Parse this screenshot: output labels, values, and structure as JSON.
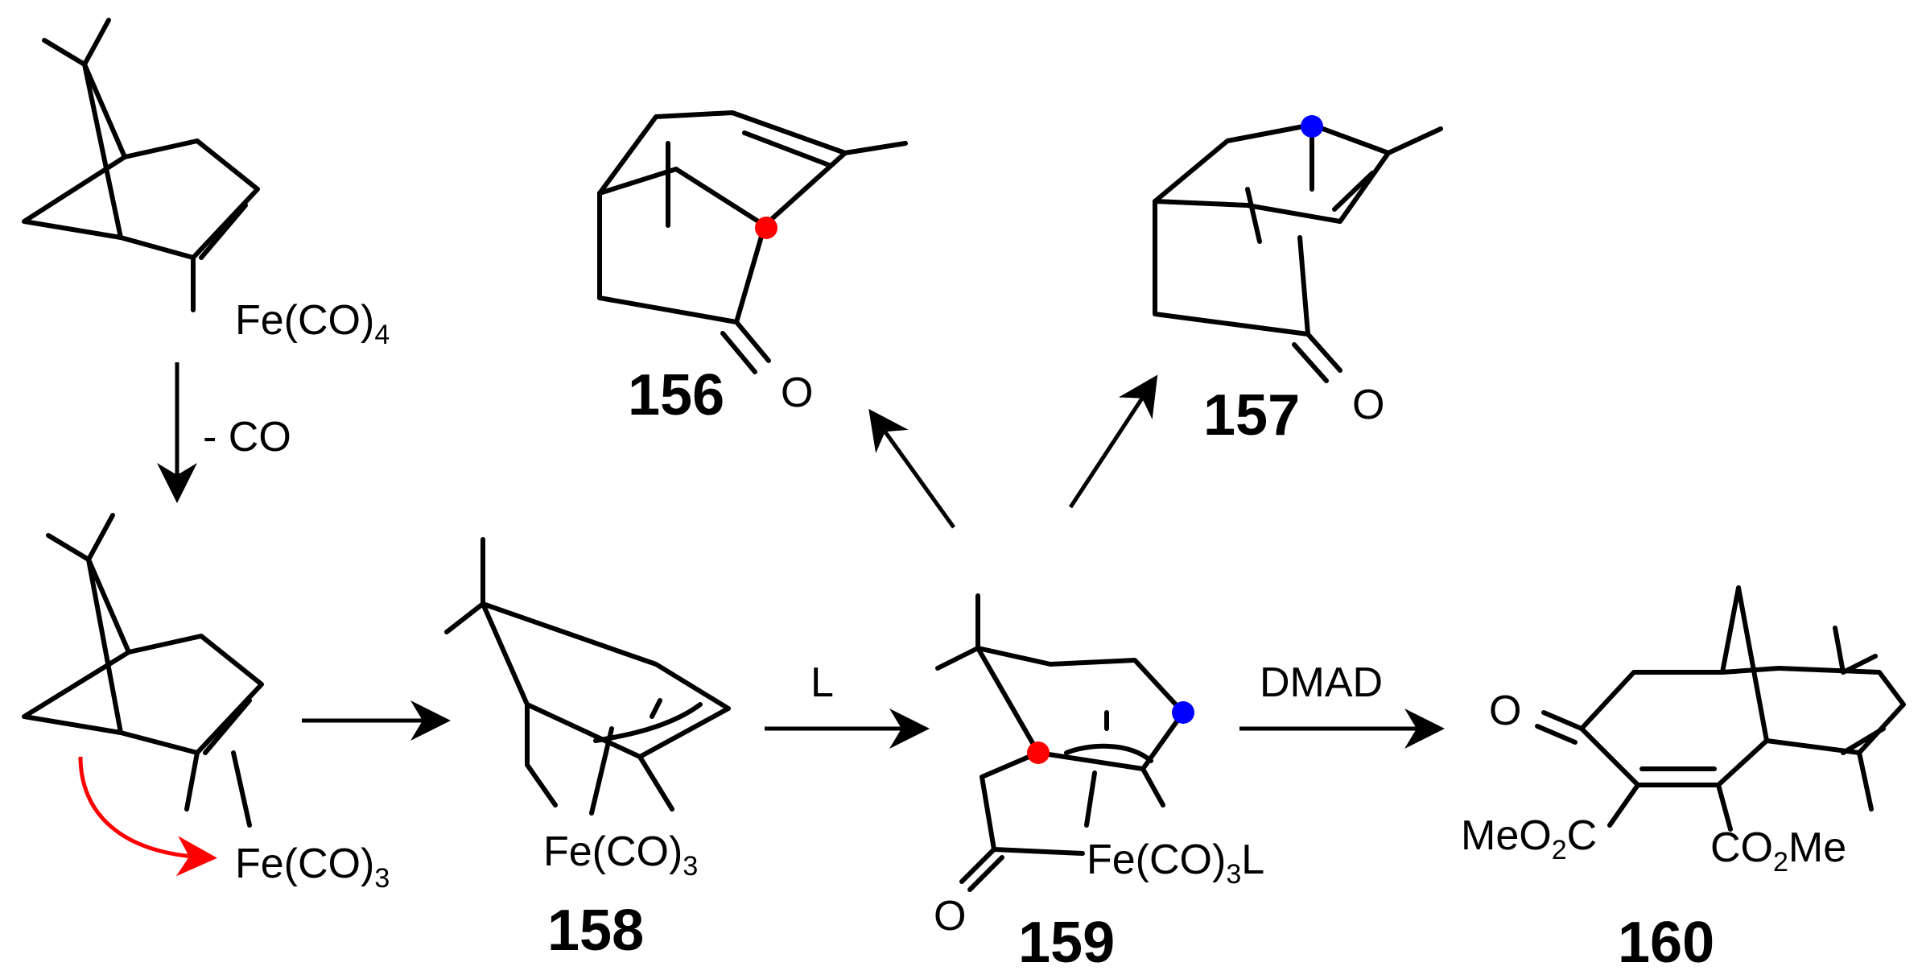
{
  "compounds": {
    "start": {
      "metal": "Fe(CO)",
      "metal_sub": "4"
    },
    "intermediate": {
      "metal": "Fe(CO)",
      "metal_sub": "3"
    },
    "c158": {
      "number": "158",
      "metal": "Fe(CO)",
      "metal_sub": "3"
    },
    "c159": {
      "number": "159",
      "metal": "Fe(CO)",
      "metal_sub": "3",
      "metal_suffix": "L",
      "oxygen": "O"
    },
    "c156": {
      "number": "156",
      "oxygen": "O"
    },
    "c157": {
      "number": "157",
      "oxygen": "O"
    },
    "c160": {
      "number": "160",
      "oxygen": "O",
      "ester_left": "MeO",
      "ester_left_sub": "2",
      "ester_left_end": "C",
      "ester_right": "CO",
      "ester_right_sub": "2",
      "ester_right_end": "Me"
    }
  },
  "conditions": {
    "minus_co": "- CO",
    "ligand": "L",
    "dmad": "DMAD"
  },
  "colors": {
    "bond": "#000000",
    "radical_red": "#ff0000",
    "radical_blue": "#0000ff",
    "curved_arrow": "#ff0000"
  }
}
